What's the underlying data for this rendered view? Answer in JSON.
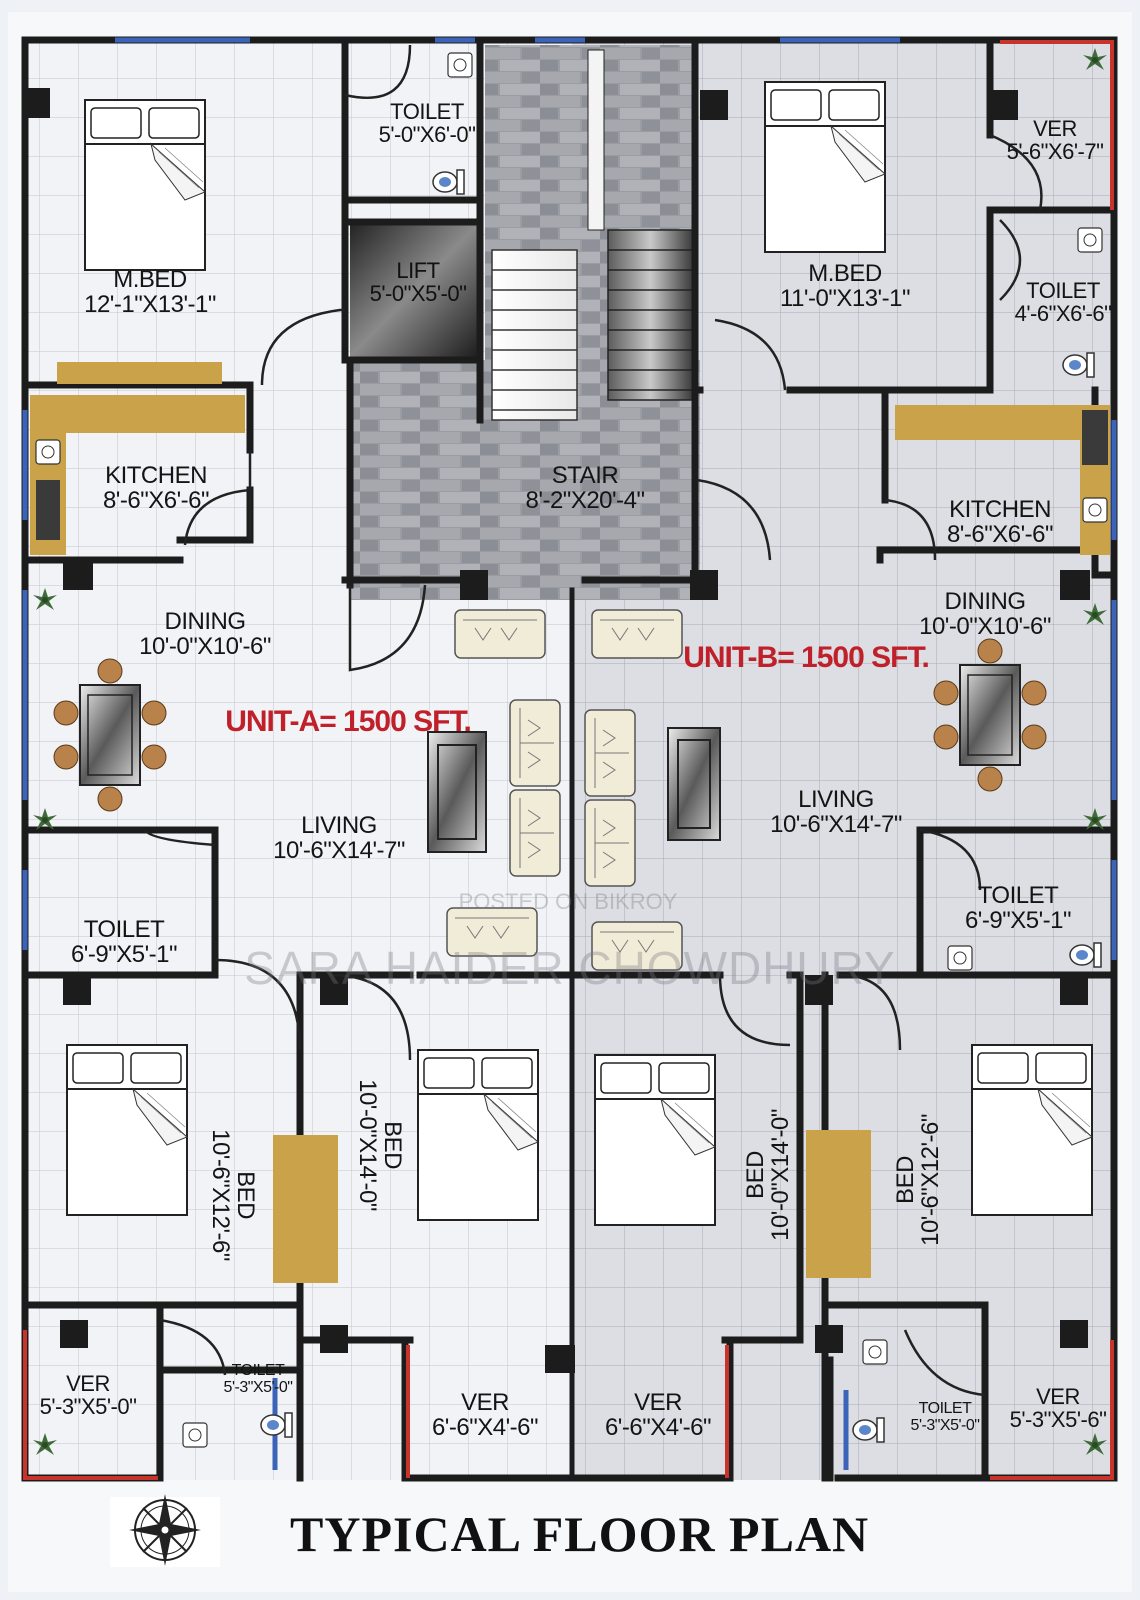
{
  "title": "TYPICAL FLOOR PLAN",
  "units": {
    "a": "UNIT-A= 1500 SFT.",
    "b": "UNIT-B= 1500 SFT."
  },
  "watermarks": {
    "posted": "POSTED ON BIKROY",
    "owner": "SARA HAIDER CHOWDHURY"
  },
  "rooms": {
    "a_mbed": {
      "name": "M.BED",
      "dim": "12'-1\"X13'-1\""
    },
    "a_toilet_top": {
      "name": "TOILET",
      "dim": "5'-0\"X6'-0\""
    },
    "lift": {
      "name": "LIFT",
      "dim": "5'-0\"X5'-0\""
    },
    "a_kitchen": {
      "name": "KITCHEN",
      "dim": "8'-6\"X6'-6\""
    },
    "stair": {
      "name": "STAIR",
      "dim": "8'-2\"X20'-4\""
    },
    "b_mbed": {
      "name": "M.BED",
      "dim": "11'-0\"X13'-1\""
    },
    "b_ver_top": {
      "name": "VER",
      "dim": "5'-6\"X6'-7\""
    },
    "b_toilet_top": {
      "name": "TOILET",
      "dim": "4'-6\"X6'-6\""
    },
    "b_kitchen": {
      "name": "KITCHEN",
      "dim": "8'-6\"X6'-6\""
    },
    "a_dining": {
      "name": "DINING",
      "dim": "10'-0\"X10'-6\""
    },
    "b_dining": {
      "name": "DINING",
      "dim": "10'-0\"X10'-6\""
    },
    "a_living": {
      "name": "LIVING",
      "dim": "10'-6\"X14'-7\""
    },
    "b_living": {
      "name": "LIVING",
      "dim": "10'-6\"X14'-7\""
    },
    "a_toilet_mid": {
      "name": "TOILET",
      "dim": "6'-9\"X5'-1\""
    },
    "b_toilet_mid": {
      "name": "TOILET",
      "dim": "6'-9\"X5'-1\""
    },
    "a_bed1": {
      "name": "BED",
      "dim": "10'-6\"X12'-6\""
    },
    "a_bed2": {
      "name": "BED",
      "dim": "10'-0\"X14'-0\""
    },
    "b_bed1": {
      "name": "BED",
      "dim": "10'-0\"X14'-0\""
    },
    "b_bed2": {
      "name": "BED",
      "dim": "10'-6\"X12'-6\""
    },
    "a_ver_bl": {
      "name": "VER",
      "dim": "5'-3\"X5'-0\""
    },
    "a_toilet_bot": {
      "name": "TOILET",
      "dim": "5'-3\"X5'-0\""
    },
    "a_ver_bot": {
      "name": "VER",
      "dim": "6'-6\"X4'-6\""
    },
    "b_ver_bot": {
      "name": "VER",
      "dim": "6'-6\"X4'-6\""
    },
    "b_toilet_bot": {
      "name": "TOILET",
      "dim": "5'-3\"X5'-0\""
    },
    "b_ver_br": {
      "name": "VER",
      "dim": "5'-3\"X5'-6\""
    }
  },
  "colors": {
    "wall": "#1c1c1c",
    "floor_a": "#f1f2f5",
    "floor_b": "#d9dbe0",
    "grid": "#b9bcc4",
    "window": "#3b63b8",
    "balcony": "#c8342c",
    "wood": "#c9a24a",
    "unit_text": "#c0202a"
  }
}
